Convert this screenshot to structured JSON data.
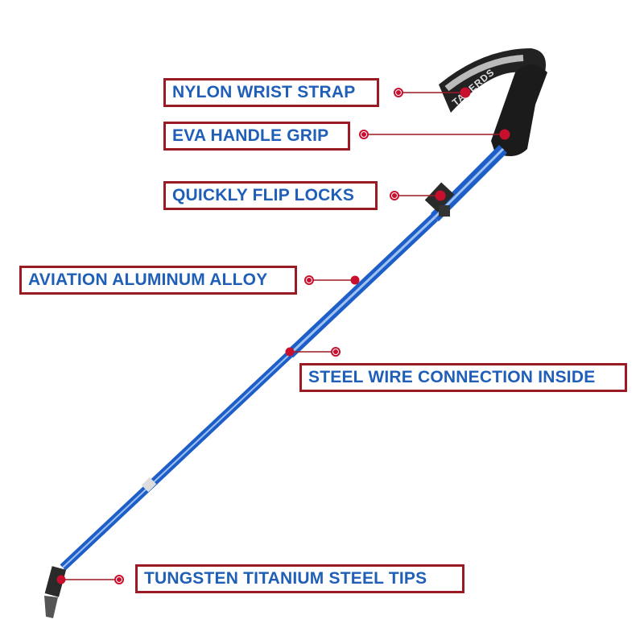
{
  "callouts": [
    {
      "label": "NYLON WRIST STRAP"
    },
    {
      "label": "EVA HANDLE GRIP"
    },
    {
      "label": "QUICKLY FLIP LOCKS"
    },
    {
      "label": "AVIATION ALUMINUM ALLOY"
    },
    {
      "label": "STEEL WIRE CONNECTION INSIDE"
    },
    {
      "label": "TUNGSTEN TITANIUM STEEL TIPS"
    }
  ],
  "product": {
    "brand_print": "TANERDS"
  },
  "colors": {
    "label_text": "#1f5fb8",
    "label_border": "#9b1b24",
    "pole": "#1e5ec8",
    "marker": "#c8102e"
  }
}
